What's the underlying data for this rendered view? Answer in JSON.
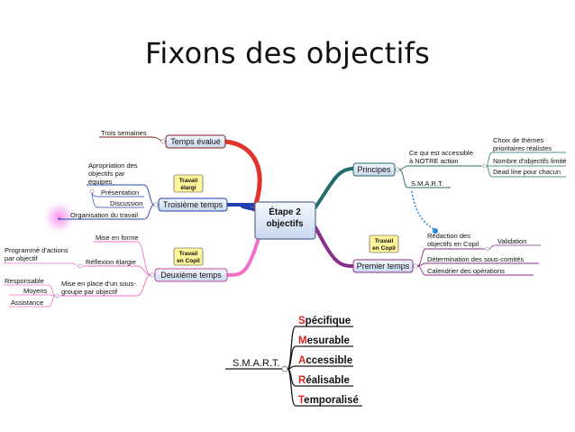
{
  "slide": {
    "title": "Fixons des objectifs"
  },
  "mindmap": {
    "center": {
      "line1": "Étape 2",
      "line2": "objectifs"
    },
    "left": {
      "temps_evalue": {
        "label": "Temps évalué",
        "child": "Trois semaines"
      },
      "troisieme_temps": {
        "label": "Troisième temps",
        "note": [
          "Travail",
          "élargi"
        ],
        "appropriation": [
          "Apropriation des",
          "objectifs par",
          "équipes"
        ],
        "presentation": "Présentation",
        "discussion": "Discussion",
        "organisation": "Organisation du travail"
      },
      "deuxieme_temps": {
        "label": "Deuxième temps",
        "note": [
          "Travail",
          "en Copil"
        ],
        "mise_en_forme": "Mise en forme",
        "programme": [
          "Programmé d'actions",
          "par objectif"
        ],
        "reflexion": "Réflexion élargie",
        "mise_en_place": [
          "Mise en place d'un sous-",
          "groupe par objectif"
        ],
        "responsable": "Responsable",
        "moyens": "Moyens",
        "assistance": "Assistance"
      }
    },
    "right": {
      "principes": {
        "label": "Principes",
        "ce_qui": [
          "Ce qui est accessible",
          "à NOTRE action"
        ],
        "choix": [
          "Choix de thèmes",
          "prioritaires réalistes"
        ],
        "nombre": "Nombre d'objectifs limité",
        "deadline": "Dead line pour chacun",
        "smart": "S.M.A.R.T."
      },
      "premier_temps": {
        "label": "Premier temps",
        "note": [
          "Travail",
          "en Copil"
        ],
        "redaction": [
          "Rédaction des",
          "objectifs en Copil"
        ],
        "validation": "Validation",
        "determination": "Détermination des sous-comités",
        "calendrier": "Calendrier des opérations"
      }
    },
    "smart": {
      "root": "S.M.A.R.T.",
      "items": [
        {
          "initial": "S",
          "rest": "pécifique"
        },
        {
          "initial": "M",
          "rest": "esurable"
        },
        {
          "initial": "A",
          "rest": "ccessible"
        },
        {
          "initial": "R",
          "rest": "éalisable"
        },
        {
          "initial": "T",
          "rest": "emporalisé"
        }
      ]
    }
  },
  "colors": {
    "red_branch": "#e0332b",
    "blue_branch": "#2040b0",
    "pink_branch": "#f070c8",
    "teal_branch": "#1f6e6a",
    "purple_branch": "#8a2e8a",
    "node_fill": "#dde7f5",
    "note_fill": "#fff59a",
    "accent_red": "#d22222"
  }
}
